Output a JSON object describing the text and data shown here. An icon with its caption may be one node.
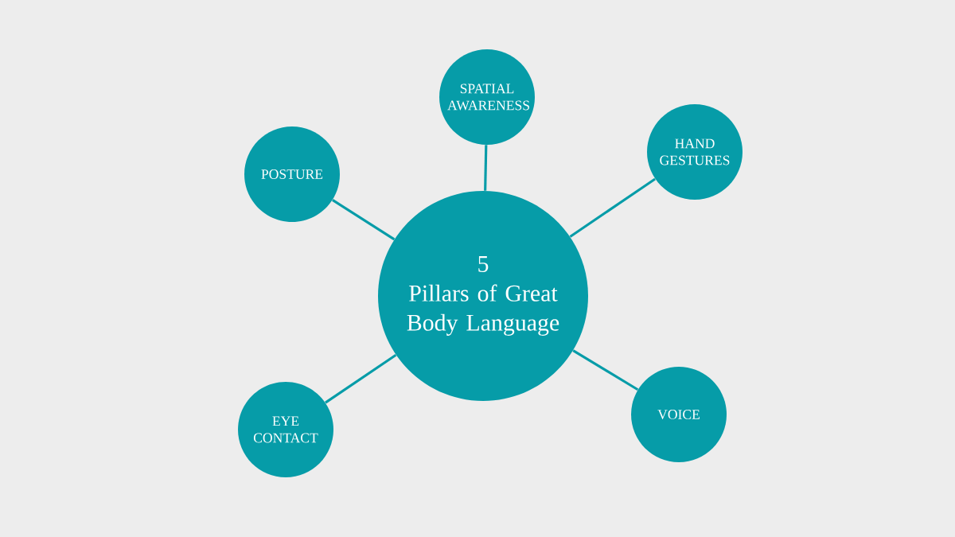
{
  "diagram": {
    "nodes": [
      {
        "text": [
          "5",
          "Pillars of Great Body Language"
        ]
      },
      {
        "text": [
          "POSTURE"
        ]
      },
      {
        "text": [
          "SPATIAL AWARENESS"
        ]
      },
      {
        "text": [
          "HAND GESTURES"
        ]
      },
      {
        "text": [
          "EYE CONTACT"
        ]
      },
      {
        "text": [
          "VOICE"
        ]
      }
    ],
    "edges": [
      {
        "from": 0,
        "to": 1,
        "arrow": "none"
      },
      {
        "from": 0,
        "to": 2,
        "arrow": "none"
      },
      {
        "from": 0,
        "to": 3,
        "arrow": "none"
      },
      {
        "from": 0,
        "to": 4,
        "arrow": "none"
      },
      {
        "from": 0,
        "to": 5,
        "arrow": "none"
      }
    ]
  }
}
